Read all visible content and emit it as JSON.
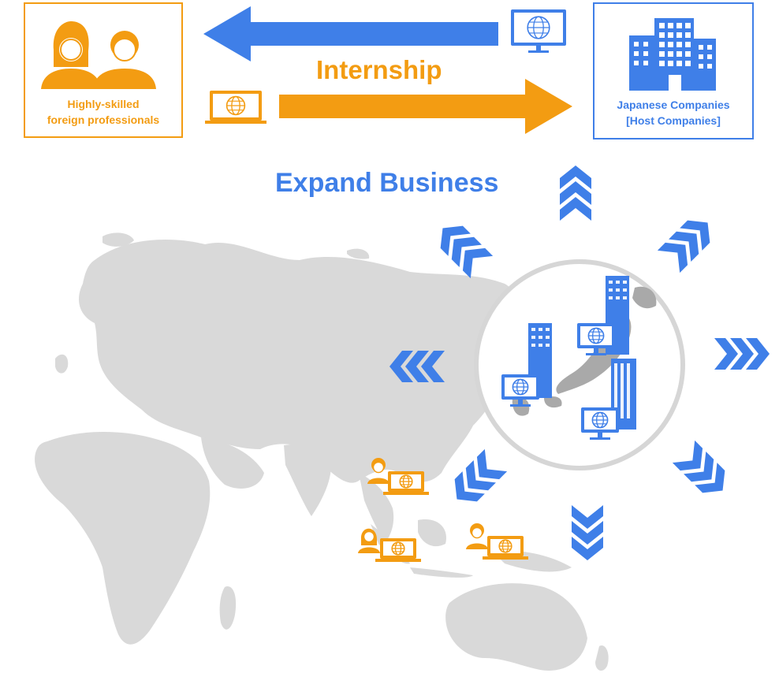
{
  "left_box": {
    "line1": "Highly-skilled",
    "line2": "foreign professionals"
  },
  "right_box": {
    "line1": "Japanese Companies",
    "line2": "[Host Companies]"
  },
  "labels": {
    "internship": "Internship",
    "expand_business": "Expand Business"
  },
  "colors": {
    "orange": "#f39c12",
    "blue": "#3f7fe8",
    "map_gray": "#d8d8d8"
  },
  "icons": {
    "people": "people-icon",
    "building": "building-icon",
    "monitor": "monitor-icon",
    "laptop": "laptop-icon",
    "globe": "globe-icon",
    "chevron": "chevron-arrow-icon"
  }
}
